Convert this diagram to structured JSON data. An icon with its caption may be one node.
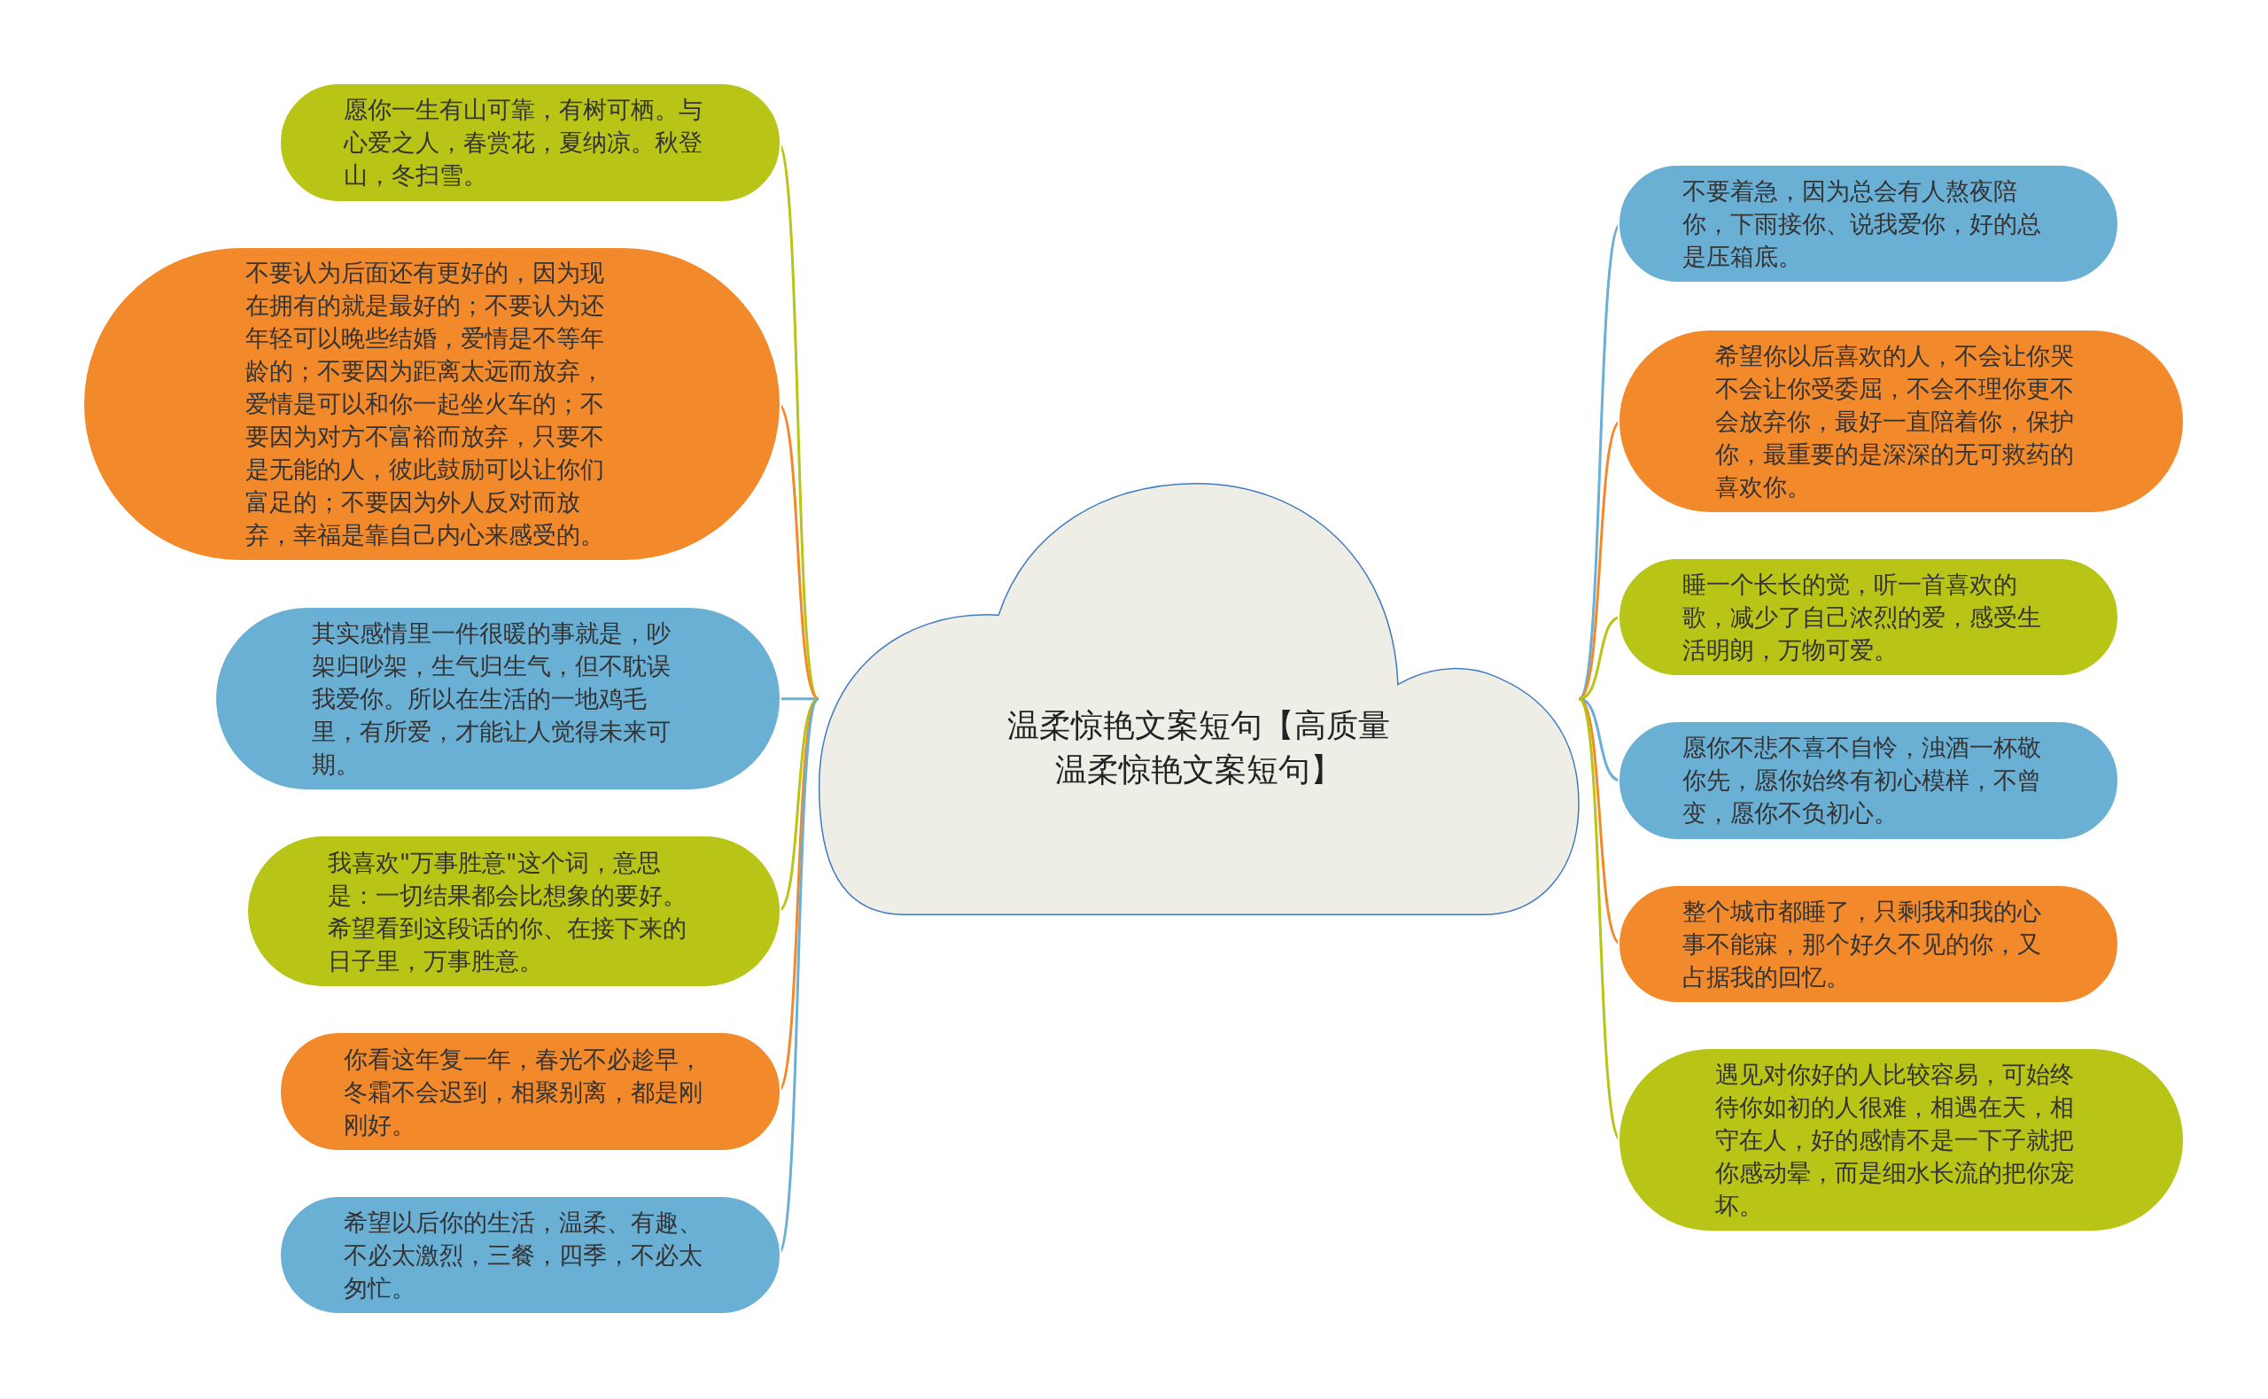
{
  "diagram": {
    "nodes": [
      {
        "text": [
          "温柔惊艳文案短句【高质量温柔惊艳文案短句】"
        ]
      },
      {
        "text": [
          "愿你一生有山可靠，有树可栖。与心爱之人，春赏花，夏纳凉。秋登山，冬扫雪。"
        ]
      },
      {
        "text": [
          "不要认为后面还有更好的，因为现在拥有的就是最好的；不要认为还年轻可以晚些结婚，爱情是不等年龄的；不要因为距离太远而放弃，爱情是可以和你一起坐火车的；不要因为对方不富裕而放弃，只要不是无能的人，彼此鼓励可以让你们富足的；不要因为外人反对而放弃，幸福是靠自己内心来感受的。"
        ]
      },
      {
        "text": [
          "其实感情里一件很暖的事就是，吵架归吵架，生气归生气，但不耽误我爱你。所以在生活的一地鸡毛里，有所爱，才能让人觉得未来可期。"
        ]
      },
      {
        "text": [
          "我喜欢\"万事胜意\"这个词，意思是：一切结果都会比想象的要好。希望看到这段话的你、在接下来的日子里，万事胜意。"
        ]
      },
      {
        "text": [
          "你看这年复一年，春光不必趁早，冬霜不会迟到，相聚别离，都是刚刚好。"
        ]
      },
      {
        "text": [
          "希望以后你的生活，温柔、有趣、不必太激烈，三餐，四季，不必太匆忙。"
        ]
      },
      {
        "text": [
          "不要着急，因为总会有人熬夜陪你，下雨接你、说我爱你，好的总是压箱底。"
        ]
      },
      {
        "text": [
          "希望你以后喜欢的人，不会让你哭不会让你受委屈，不会不理你更不会放弃你，最好一直陪着你，保护你，最重要的是深深的无可救药的喜欢你。"
        ]
      },
      {
        "text": [
          "睡一个长长的觉，听一首喜欢的歌，减少了自己浓烈的爱，感受生活明朗，万物可爱。"
        ]
      },
      {
        "text": [
          "愿你不悲不喜不自怜，浊酒一杯敬你先，愿你始终有初心模样，不曾变，愿你不负初心。"
        ]
      },
      {
        "text": [
          "整个城市都睡了，只剩我和我的心事不能寐，那个好久不见的你，又占据我的回忆。"
        ]
      },
      {
        "text": [
          "遇见对你好的人比较容易，可始终待你如初的人很难，相遇在天，相守在人，好的感情不是一下子就把你感动晕，而是细水长流的把你宠坏。"
        ]
      }
    ],
    "edges": [
      {
        "from": 0,
        "to": 1,
        "arrow": "none",
        "color": "#b8c416"
      },
      {
        "from": 0,
        "to": 2,
        "arrow": "none",
        "color": "#f28a2c"
      },
      {
        "from": 0,
        "to": 3,
        "arrow": "none",
        "color": "#6aafd4"
      },
      {
        "from": 0,
        "to": 4,
        "arrow": "none",
        "color": "#b8c416"
      },
      {
        "from": 0,
        "to": 5,
        "arrow": "none",
        "color": "#f28a2c"
      },
      {
        "from": 0,
        "to": 6,
        "arrow": "none",
        "color": "#6aafd4"
      },
      {
        "from": 0,
        "to": 7,
        "arrow": "none",
        "color": "#6aafd4"
      },
      {
        "from": 0,
        "to": 8,
        "arrow": "none",
        "color": "#f28a2c"
      },
      {
        "from": 0,
        "to": 9,
        "arrow": "none",
        "color": "#b8c416"
      },
      {
        "from": 0,
        "to": 10,
        "arrow": "none",
        "color": "#6aafd4"
      },
      {
        "from": 0,
        "to": 11,
        "arrow": "none",
        "color": "#f28a2c"
      },
      {
        "from": 0,
        "to": 12,
        "arrow": "none",
        "color": "#b8c416"
      }
    ]
  }
}
